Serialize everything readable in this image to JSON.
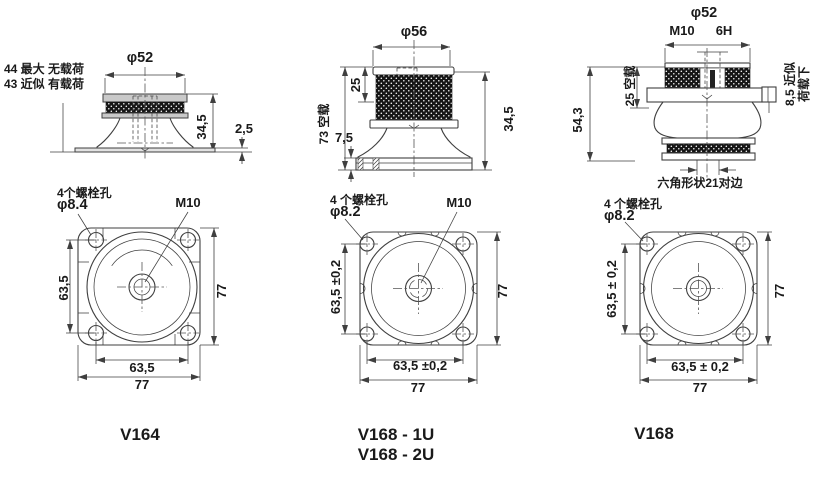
{
  "colors": {
    "background": "#ffffff",
    "line": "#3f3f3f",
    "text": "#1a1a1a",
    "knurl_fill": "#161616",
    "plate_fill": "#c9c9c9"
  },
  "figures": {
    "v164": {
      "caption": "V164",
      "side": {
        "note_unloaded": "44 最大 无载荷",
        "note_loaded": "43 近似 有载荷",
        "top_diameter": "φ52",
        "height": "34,5",
        "base_plate_thickness": "2,5"
      },
      "plan": {
        "bolt_holes_note": "4个螺栓孔",
        "bolt_hole_diameter": "φ8.4",
        "center_thread": "M10",
        "hole_spacing_v": "63,5",
        "plate_size_v": "77",
        "hole_spacing_h": "63,5",
        "plate_size_h": "77"
      }
    },
    "v168u": {
      "caption_1u": "V168 - 1U",
      "caption_2u": "V168 - 2U",
      "side": {
        "top_diameter": "φ56",
        "knurl_height": "25",
        "free_height": "73 空载",
        "base_height": "7,5",
        "height": "34,5"
      },
      "plan": {
        "bolt_holes_note": "4 个螺栓孔",
        "bolt_hole_diameter": "φ8.2",
        "center_thread": "M10",
        "hole_spacing_v": "63,5 ±0,2",
        "plate_size_v": "77",
        "hole_spacing_h": "63,5 ±0,2",
        "plate_size_h": "77"
      }
    },
    "v168": {
      "caption": "V168",
      "side": {
        "top_diameter": "φ52",
        "thread": "M10",
        "thread_tolerance": "6H",
        "upper_free_height": "25 空载",
        "height": "54,3",
        "loaded_note_line1": "8,5 近似",
        "loaded_note_line2": "荷载下",
        "hex_note": "六角形状21对边"
      },
      "plan": {
        "bolt_holes_note": "4 个螺栓孔",
        "bolt_hole_diameter": "φ8.2",
        "hole_spacing_v": "63,5 ± 0,2",
        "plate_size_v": "77",
        "hole_spacing_h": "63,5 ± 0,2",
        "plate_size_h": "77"
      }
    }
  }
}
